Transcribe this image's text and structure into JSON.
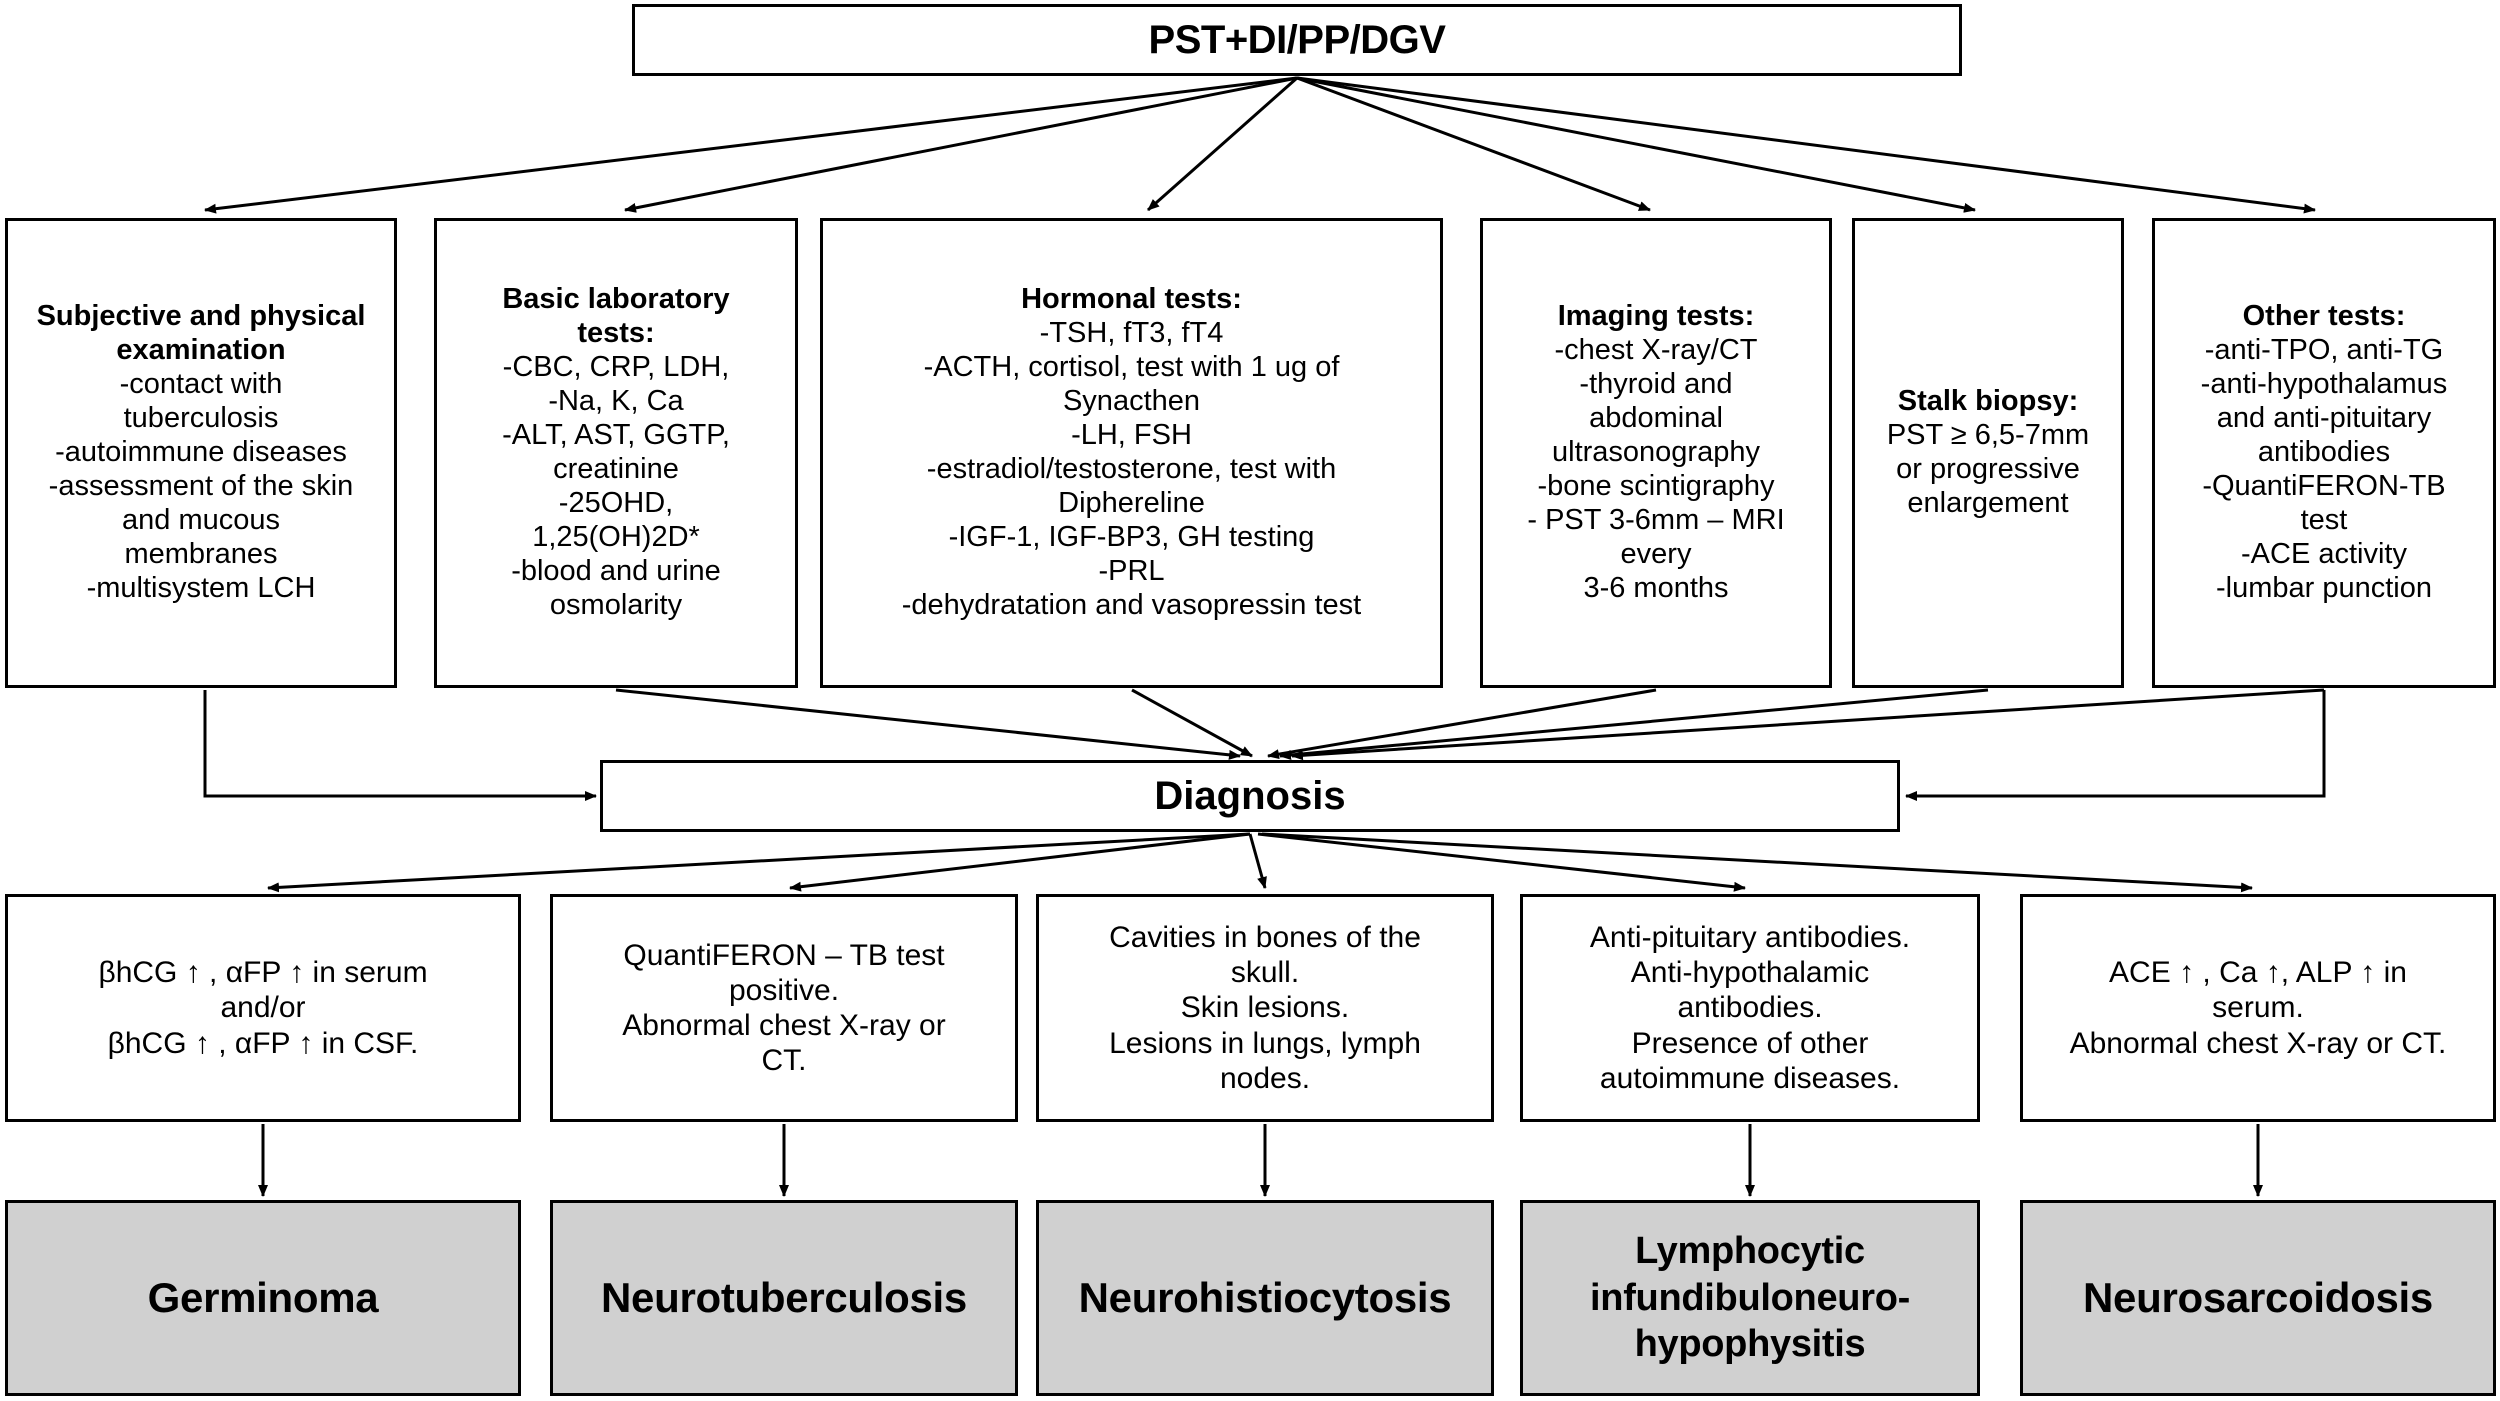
{
  "diagram": {
    "title_node": "PST+DI/PP/DGV",
    "diagnosis_node": "Diagnosis",
    "colors": {
      "stroke": "#000000",
      "box_fill": "#ffffff",
      "result_fill": "#d0d0d0",
      "text": "#000000"
    },
    "tests": {
      "exam": {
        "header": "Subjective and physical examination",
        "header_line1": "Subjective and physical",
        "header_line2": "examination",
        "lines": [
          "-contact with",
          "tuberculosis",
          "-autoimmune diseases",
          "-assessment of the skin",
          "and mucous",
          "membranes",
          "-multisystem LCH"
        ]
      },
      "lab": {
        "header": "Basic laboratory tests:",
        "header_line1": "Basic laboratory",
        "header_line2": "tests:",
        "lines": [
          "-CBC, CRP, LDH,",
          "-Na, K, Ca",
          "-ALT, AST, GGTP,",
          "creatinine",
          "-25OHD,",
          "1,25(OH)2D*",
          "-blood and urine",
          "osmolarity"
        ]
      },
      "hormonal": {
        "header": "Hormonal tests:",
        "lines": [
          "-TSH, fT3, fT4",
          "-ACTH, cortisol, test with 1 ug of",
          "Synacthen",
          "-LH, FSH",
          "-estradiol/testosterone, test with",
          "Diphereline",
          "-IGF-1, IGF-BP3, GH testing",
          "-PRL",
          "-dehydratation and vasopressin test"
        ]
      },
      "imaging": {
        "header": "Imaging tests:",
        "lines": [
          "-chest X-ray/CT",
          "-thyroid and",
          "abdominal",
          "ultrasonography",
          "-bone scintigraphy",
          "-   PST 3-6mm – MRI",
          "every",
          "3-6 months"
        ]
      },
      "biopsy": {
        "header": "Stalk biopsy:",
        "lines": [
          "PST ≥ 6,5-7mm",
          "or progressive",
          "enlargement"
        ]
      },
      "other": {
        "header": "Other tests:",
        "lines": [
          "-anti-TPO, anti-TG",
          "-anti-hypothalamus",
          "and anti-pituitary",
          "antibodies",
          "-QuantiFERON-TB",
          "test",
          "-ACE activity",
          "-lumbar punction"
        ]
      }
    },
    "findings": {
      "germinoma": {
        "lines": [
          "βhCG ↑ , αFP ↑ in serum",
          "and/or",
          "βhCG ↑ , αFP ↑ in CSF."
        ]
      },
      "tb": {
        "lines": [
          "QuantiFERON – TB test",
          "positive.",
          "Abnormal chest X-ray or",
          "CT."
        ]
      },
      "lch": {
        "lines": [
          "Cavities in bones of the",
          "skull.",
          "Skin lesions.",
          "Lesions in lungs, lymph",
          "nodes."
        ]
      },
      "hypophysitis": {
        "lines": [
          "Anti-pituitary antibodies.",
          "Anti-hypothalamic",
          "antibodies.",
          "Presence of other",
          "autoimmune diseases."
        ]
      },
      "sarcoid": {
        "lines": [
          "ACE ↑ , Ca ↑, ALP ↑ in",
          "serum.",
          "Abnormal chest X-ray or CT."
        ]
      }
    },
    "results": {
      "germinoma": {
        "label": "Germinoma",
        "lines": [
          "Germinoma"
        ]
      },
      "neurotuberculosis": {
        "label": "Neurotuberculosis",
        "lines": [
          "Neurotuberculosis"
        ]
      },
      "neurohistiocytosis": {
        "label": "Neurohistiocytosis",
        "lines": [
          "Neurohistiocytosis"
        ]
      },
      "lymphocytic": {
        "label": "Lymphocytic infundibuloneuro-hypophysitis",
        "lines": [
          "Lymphocytic",
          "infundibuloneuro-",
          "hypophysitis"
        ]
      },
      "neurosarcoidosis": {
        "label": "Neurosarcoidosis",
        "lines": [
          "Neurosarcoidosis"
        ]
      }
    }
  }
}
